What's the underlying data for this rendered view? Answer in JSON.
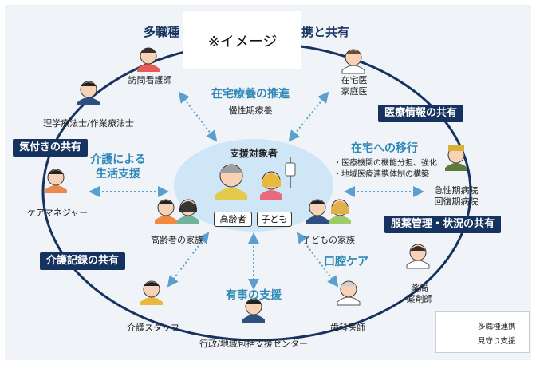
{
  "title": {
    "left": "多職種",
    "right": "携と共有"
  },
  "image_note": "※イメージ",
  "center": {
    "heading": "支援対象者",
    "elder": "高齢者",
    "child": "子ども"
  },
  "roles": {
    "nurse": "訪問看護師",
    "therapist": "理学療法士/作業療法士",
    "home_doctor_1": "在宅医",
    "home_doctor_2": "家庭医",
    "care_manager": "ケアマネジャー",
    "elder_family": "高齢者の家族",
    "child_family": "子どもの家族",
    "hospital_1": "急性期病院",
    "hospital_2": "回復期病院",
    "pharmacy_1": "薬局",
    "pharmacy_2": "薬剤師",
    "care_staff": "介護スタッフ",
    "dentist": "歯科医師",
    "government": "行政/地域包括支援センター"
  },
  "tags": {
    "noticing": "気付きの共有",
    "medical_info": "医療情報の共有",
    "medication": "服薬管理・状況の共有",
    "care_record": "介護記録の共有"
  },
  "themes": {
    "home_care": "在宅療養の推進",
    "home_care_sub": "慢性期療養",
    "life_support_1": "介護による",
    "life_support_2": "生活支援",
    "transition": "在宅への移行",
    "transition_points": [
      "医療機関の機能分担、強化",
      "地域医療連携体制の構築"
    ],
    "oral_care": "口腔ケア",
    "emergency": "有事の支援"
  },
  "legend": {
    "solid": "多職種連携",
    "dotted": "見守り支援"
  },
  "colors": {
    "navy": "#16335f",
    "teal": "#2e88b6",
    "ellipse": "#cfe6f6",
    "background": "#f0f4f8"
  }
}
